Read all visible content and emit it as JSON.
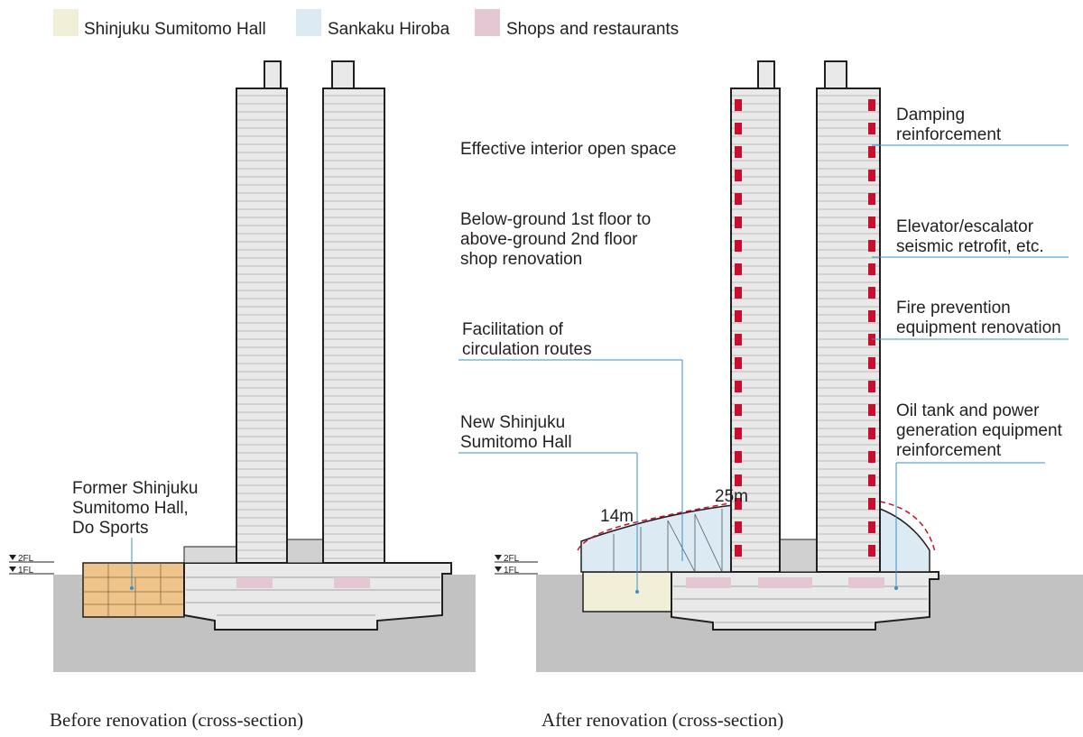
{
  "legend": [
    {
      "label": "Shinjuku Sumitomo Hall",
      "color": "#f2efd8"
    },
    {
      "label": "Sankaku Hiroba",
      "color": "#dcebf3"
    },
    {
      "label": "Shops and restaurants",
      "color": "#e3c8d3"
    }
  ],
  "before": {
    "caption": "Before renovation (cross-section)",
    "hall_label": [
      "Former Shinjuku",
      "Sumitomo Hall,",
      "Do Sports"
    ],
    "floor_2": "2FL",
    "floor_1": "1FL"
  },
  "after": {
    "caption": "After renovation (cross-section)",
    "floor_2": "2FL",
    "floor_1": "1FL",
    "dim_14": "14m",
    "dim_25": "25m",
    "left_labels": {
      "open_space": [
        "Effective interior open space"
      ],
      "shop_renovation": [
        "Below-ground 1st floor to",
        "above-ground 2nd floor",
        "shop renovation"
      ],
      "circulation": [
        "Facilitation of",
        "circulation routes"
      ],
      "new_hall": [
        "New Shinjuku",
        "Sumitomo Hall"
      ]
    },
    "right_labels": {
      "damping": [
        "Damping",
        "reinforcement"
      ],
      "elevator": [
        "Elevator/escalator",
        "seismic retrofit, etc."
      ],
      "fire": [
        "Fire prevention",
        "equipment renovation"
      ],
      "oil_tank": [
        "Oil tank and power",
        "generation equipment",
        "reinforcement"
      ]
    }
  },
  "colors": {
    "ground": "#c2c2c2",
    "tower_fill": "#e9e9e9",
    "line": "#231f20",
    "former_hall": "#eec48a",
    "accent_red": "#c8102e",
    "leader": "#3b8fc6"
  }
}
